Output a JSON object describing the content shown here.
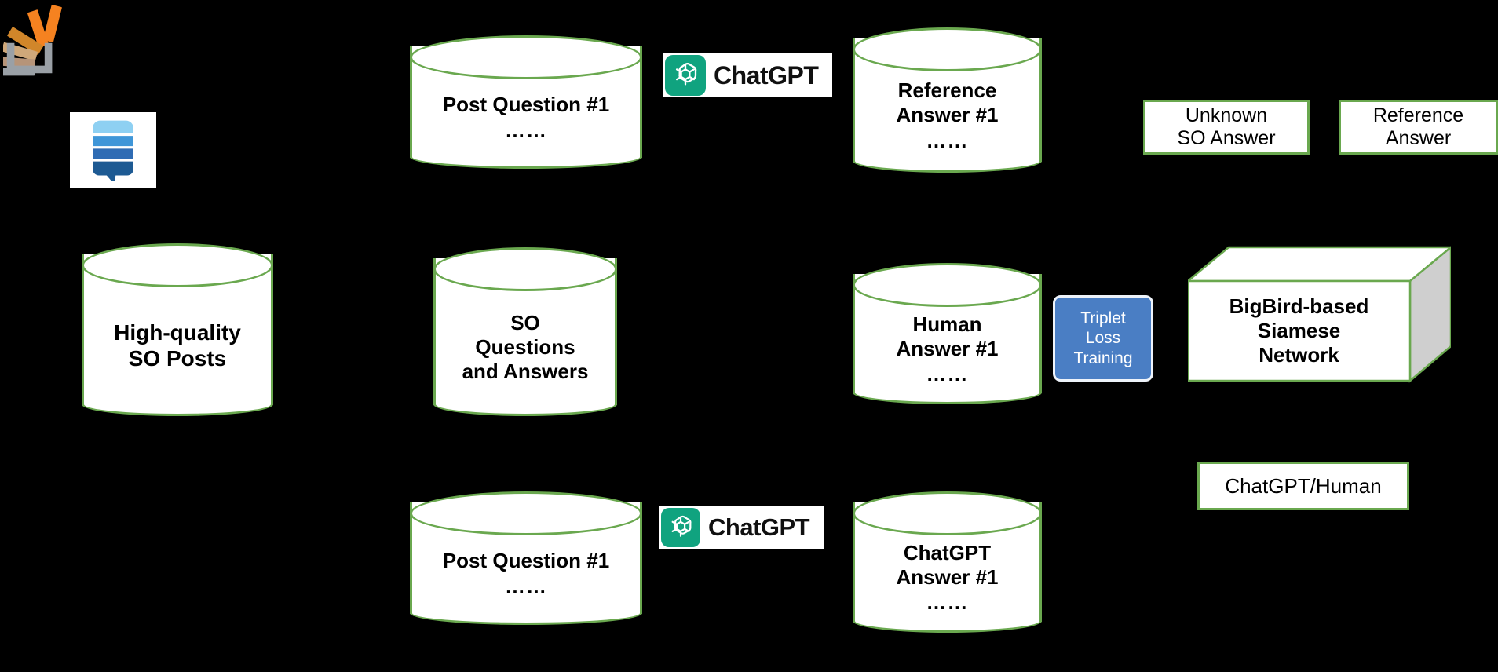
{
  "diagram": {
    "background_color": "#000000",
    "accent_color": "#6aa84f",
    "blue_color": "#4a7ec4",
    "gpt_green": "#10a37f",
    "icons": {
      "stack_exchange": "stack-exchange-icon",
      "stack_overflow_chat": "stack-overflow-chat-icon",
      "chatgpt_logo": "chatgpt-logo-icon"
    },
    "cylinders": [
      {
        "id": "high-quality-so-posts",
        "lines": [
          "High-quality",
          "SO Posts"
        ],
        "dots": ""
      },
      {
        "id": "post-question-top",
        "lines": [
          "Post Question #1"
        ],
        "dots": "……"
      },
      {
        "id": "reference-answer",
        "lines": [
          "Reference",
          "Answer #1"
        ],
        "dots": "……"
      },
      {
        "id": "so-questions-and-answers",
        "lines": [
          "SO",
          "Questions",
          "and Answers"
        ],
        "dots": ""
      },
      {
        "id": "human-answer",
        "lines": [
          "Human",
          "Answer #1"
        ],
        "dots": "……"
      },
      {
        "id": "post-question-bottom",
        "lines": [
          "Post Question #1"
        ],
        "dots": "……"
      },
      {
        "id": "chatgpt-answer",
        "lines": [
          "ChatGPT",
          "Answer #1"
        ],
        "dots": "……"
      }
    ],
    "badges": [
      {
        "id": "chatgpt-badge-top",
        "label": "ChatGPT"
      },
      {
        "id": "chatgpt-badge-bottom",
        "label": "ChatGPT"
      }
    ],
    "boxes": [
      {
        "id": "unknown-so-answer",
        "lines": [
          "Unknown",
          "SO Answer"
        ]
      },
      {
        "id": "reference-answer-box",
        "lines": [
          "Reference",
          "Answer"
        ]
      },
      {
        "id": "chatgpt-human-box",
        "lines": [
          "ChatGPT/Human"
        ]
      }
    ],
    "training_node": {
      "id": "triplet-loss-training",
      "lines": [
        "Triplet",
        "Loss",
        "Training"
      ]
    },
    "network_node": {
      "id": "bigbird-siamese-network",
      "lines": [
        "BigBird-based",
        "Siamese",
        "Network"
      ]
    }
  }
}
